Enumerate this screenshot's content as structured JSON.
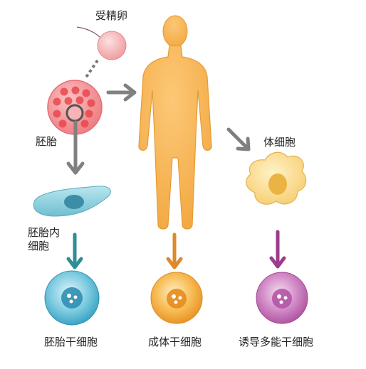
{
  "labels": {
    "fertilized_egg": "受精卵",
    "embryo": "胚胎",
    "inner_cell_mass_line1": "胚胎内",
    "inner_cell_mass_line2": "细胞",
    "somatic_cell": "体细胞",
    "embryonic_stem_cell": "胚胎干细胞",
    "adult_stem_cell": "成体干细胞",
    "induced_pluripotent_stem_cell": "诱导多能干细胞"
  },
  "colors": {
    "fertilized_egg": "#f4a0a4",
    "embryo": "#f07e82",
    "embryo_dots": "#e8484e",
    "inner_cell_mass": "#7ec8d8",
    "human_body": "#f6b553",
    "somatic_cell": "#fbd98a",
    "embryonic_stem_cell": "#4db3cf",
    "adult_stem_cell": "#f2a32c",
    "induced_pluripotent_stem_cell": "#c66ab4",
    "arrow_gray": "#808080",
    "arrow_teal": "#2e8d96",
    "arrow_orange": "#dd8a2c",
    "arrow_purple": "#9c3d8c"
  }
}
